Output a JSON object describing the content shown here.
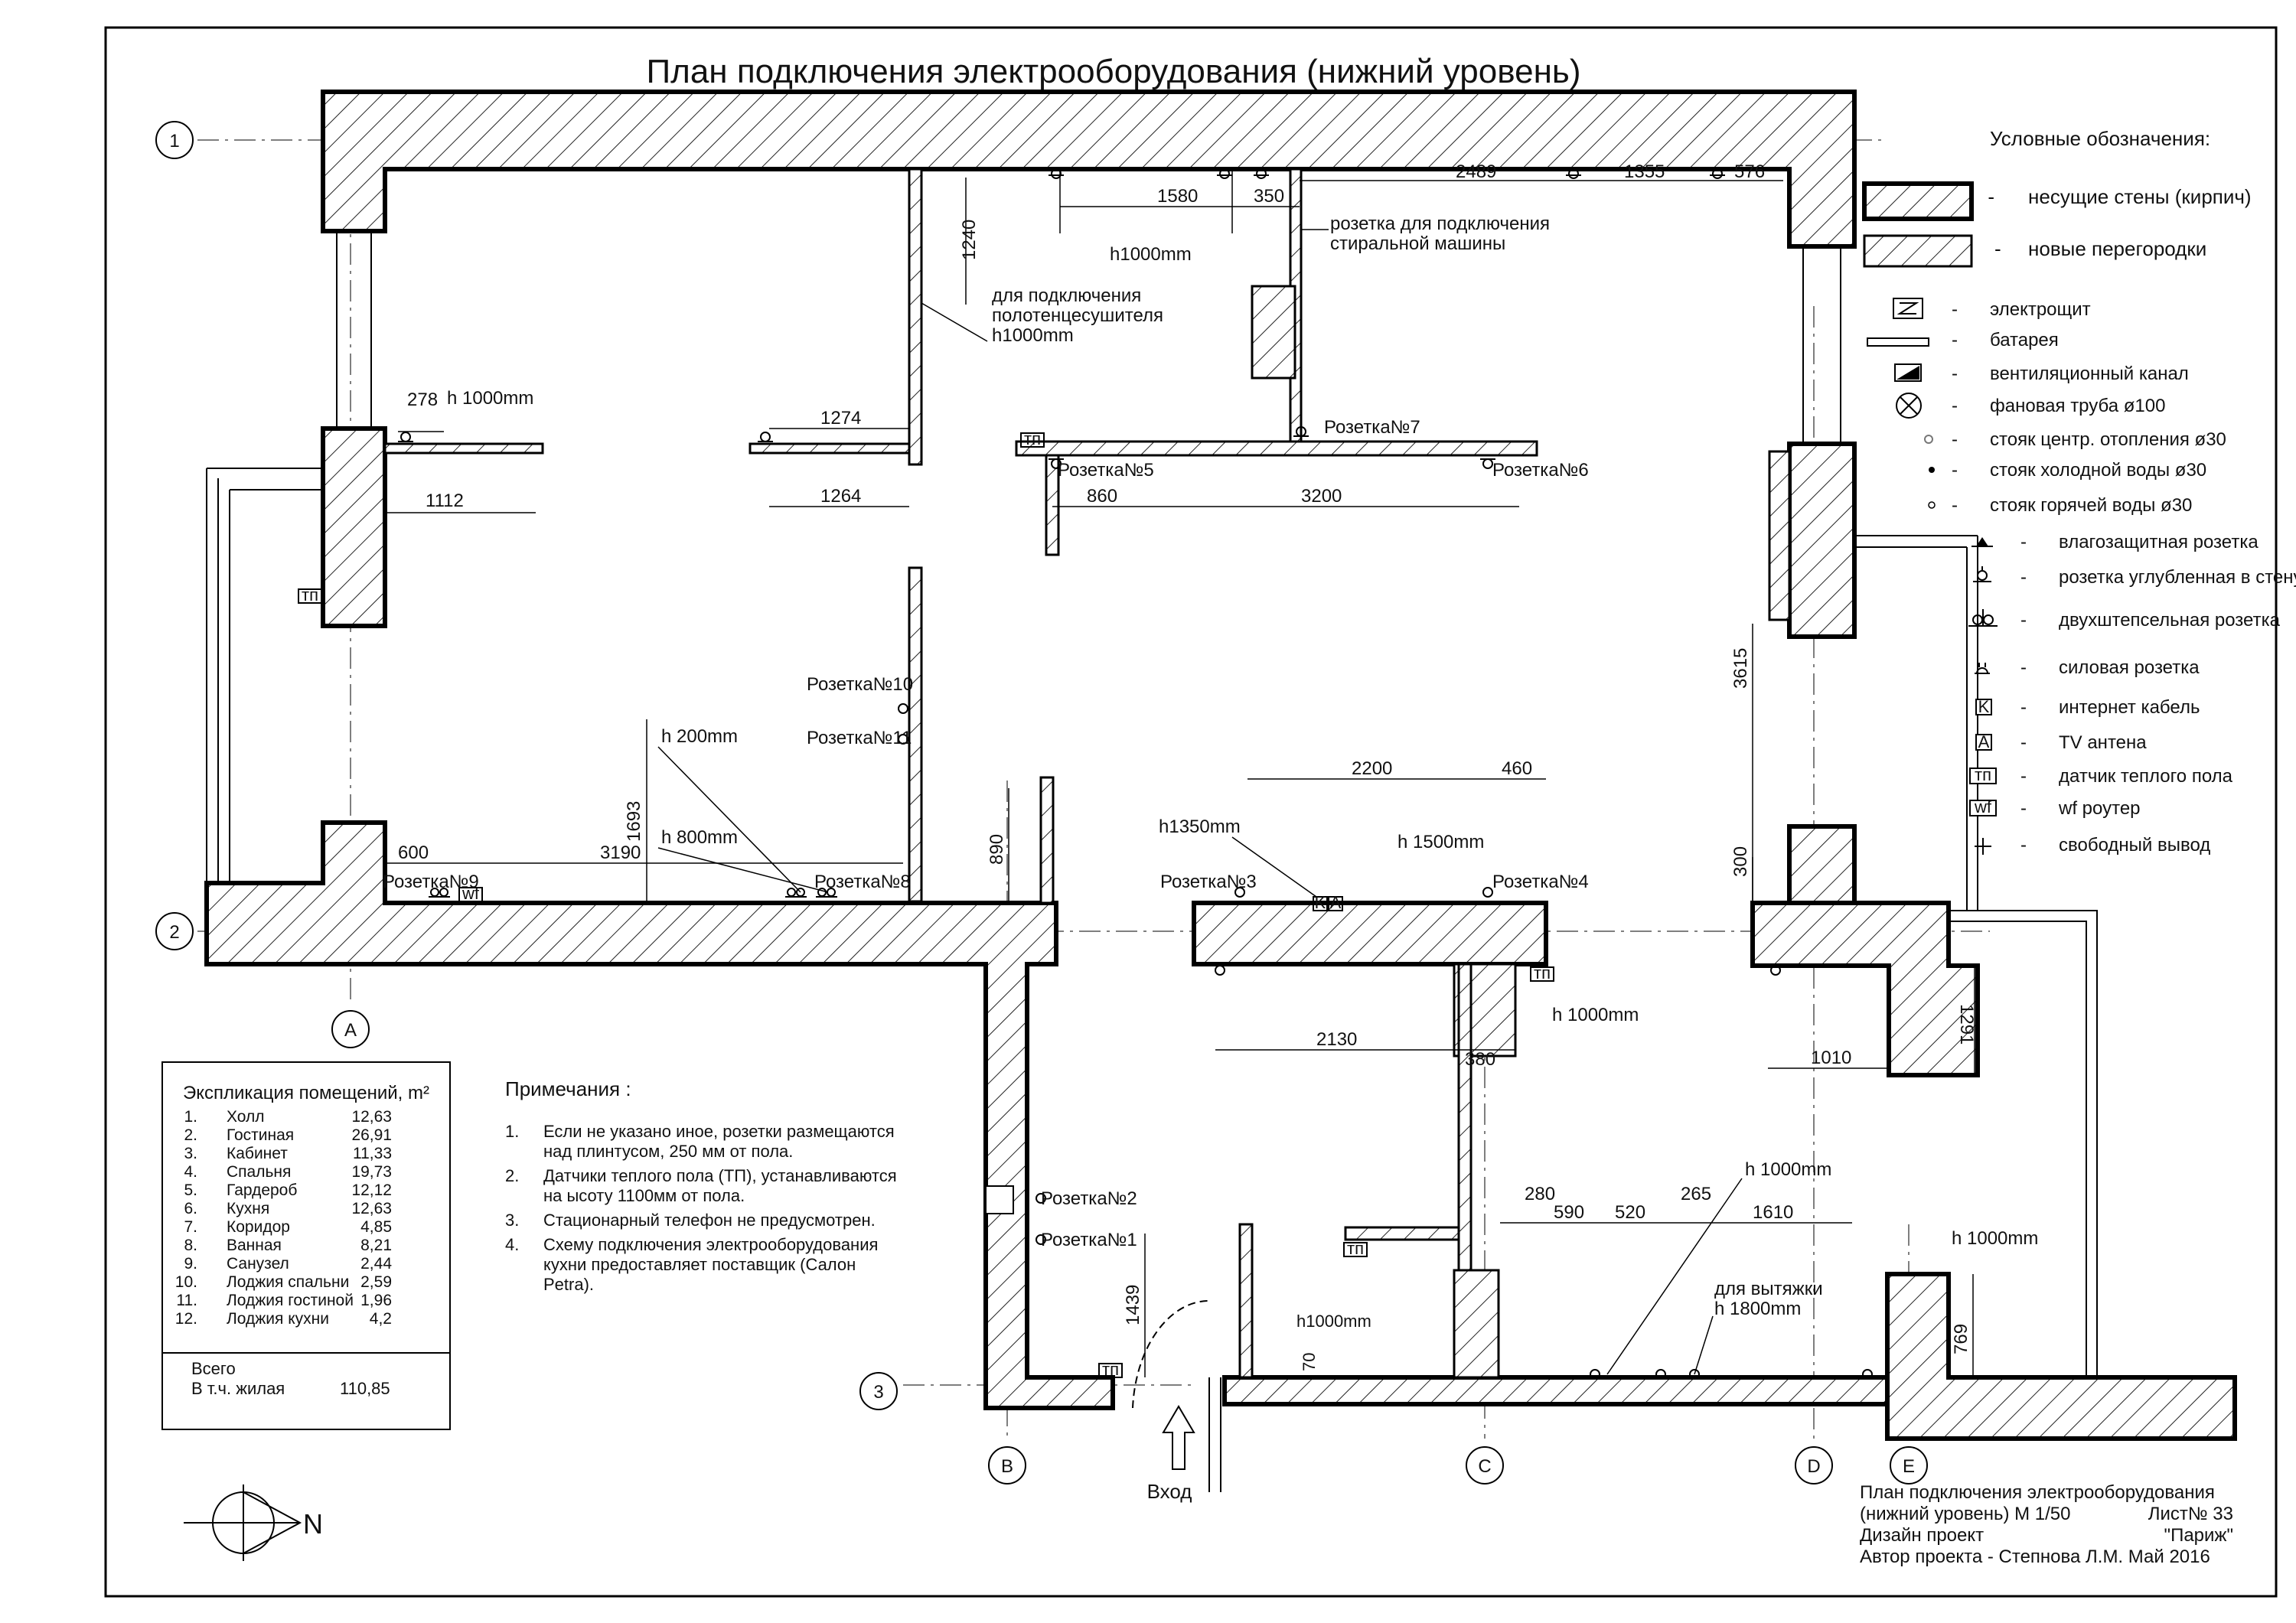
{
  "title": "План подключения электрооборудования (нижний уровень)",
  "axes": {
    "row1": "1",
    "row2": "2",
    "row3": "3",
    "colA": "A",
    "colB": "B",
    "colC": "C",
    "colD": "D",
    "colE": "E"
  },
  "legend": {
    "heading": "Условные обозначения:",
    "items": [
      {
        "label": "несущие стены (кирпич)",
        "icon": "wall-swatch-icon"
      },
      {
        "label": "новые перегородки",
        "icon": "partition-swatch-icon"
      },
      {
        "label": "электрощит",
        "icon": "electrical-panel-icon"
      },
      {
        "label": "батарея",
        "icon": "radiator-icon"
      },
      {
        "label": "вентиляционный канал",
        "icon": "ventilation-duct-icon"
      },
      {
        "label": "фановая труба  ø100",
        "icon": "sewer-pipe-icon"
      },
      {
        "label": "стояк центр. отопления ø30",
        "icon": "heating-riser-icon"
      },
      {
        "label": "стояк холодной воды ø30",
        "icon": "cold-water-riser-icon"
      },
      {
        "label": "стояк горячей воды ø30",
        "icon": "hot-water-riser-icon"
      },
      {
        "label": "влагозащитная розетка",
        "icon": "waterproof-socket-icon"
      },
      {
        "label": "розетка углубленная в стену",
        "icon": "recessed-socket-icon"
      },
      {
        "label": "двухштепсельная розетка",
        "icon": "double-socket-icon"
      },
      {
        "label": "силовая розетка",
        "icon": "power-socket-icon"
      },
      {
        "label": "интернет кабель",
        "icon": "internet-cable-icon"
      },
      {
        "label": "TV антена",
        "icon": "tv-antenna-icon"
      },
      {
        "label": "датчик теплого пола",
        "icon": "floor-heating-sensor-icon"
      },
      {
        "label": "wf роутер",
        "icon": "wifi-router-icon"
      },
      {
        "label": "свободный вывод",
        "icon": "free-outlet-icon"
      }
    ]
  },
  "explication": {
    "heading": "Экспликация помещений, m²",
    "rooms": [
      {
        "n": "1.",
        "name": "Холл",
        "area": "12,63"
      },
      {
        "n": "2.",
        "name": "Гостиная",
        "area": "26,91"
      },
      {
        "n": "3.",
        "name": "Кабинет",
        "area": "11,33"
      },
      {
        "n": "4.",
        "name": "Спальня",
        "area": "19,73"
      },
      {
        "n": "5.",
        "name": "Гардероб",
        "area": "12,12"
      },
      {
        "n": "6.",
        "name": "Кухня",
        "area": "12,63"
      },
      {
        "n": "7.",
        "name": "Коридор",
        "area": "4,85"
      },
      {
        "n": "8.",
        "name": "Ванная",
        "area": "8,21"
      },
      {
        "n": "9.",
        "name": "Санузел",
        "area": "2,44"
      },
      {
        "n": "10.",
        "name": "Лоджия спальни",
        "area": "2,59"
      },
      {
        "n": "11.",
        "name": "Лоджия гостиной",
        "area": "1,96"
      },
      {
        "n": "12.",
        "name": "Лоджия кухни",
        "area": "4,2"
      }
    ],
    "total_label": "Всего",
    "living_label": "В т.ч. жилая",
    "living_value": "110,85"
  },
  "notes": {
    "heading": "Примечания :",
    "items": [
      {
        "n": "1.",
        "lines": [
          "Если не указано иное, розетки размещаются",
          "над плинтусом, 250 мм от пола."
        ]
      },
      {
        "n": "2.",
        "lines": [
          "Датчики теплого пола (ТП), устанавливаются",
          "на ысоту 1100мм от пола."
        ]
      },
      {
        "n": "3.",
        "lines": [
          "Стационарный телефон не предусмотрен."
        ]
      },
      {
        "n": "4.",
        "lines": [
          "Схему подключения электрооборудования",
          "кухни предоставляет поставщик (Салон",
          "Petra)."
        ]
      }
    ]
  },
  "sockets": {
    "s1": "Розетка№1",
    "s2": "Розетка№2",
    "s3": "Розетка№3",
    "s4": "Розетка№4",
    "s5": "Розетка№5",
    "s6": "Розетка№6",
    "s7": "Розетка№7",
    "s8": "Розетка№8",
    "s9": "Розетка№9",
    "s10": "Розетка№10",
    "s11": "Розетка№11"
  },
  "annotations": {
    "washer_1": "розетка для подключения",
    "washer_2": "стиральной машины",
    "towel_1": "для подключения",
    "towel_2": "полотенцесушителя",
    "towel_3": "h1000mm",
    "hood_1": "для вытяжки",
    "hood_2": "h 1800mm",
    "entrance": "Вход",
    "h1000_top": "h1000mm",
    "h1000_left": "h 1000mm",
    "h200": "h 200mm",
    "h800": "h 800mm",
    "h1350": "h1350mm",
    "h1500": "h 1500mm",
    "h1000_kitchen": "h 1000mm",
    "h1000_right": "h 1000mm",
    "h1000_bottom": "h 1000mm",
    "h1000_small": "h1000mm"
  },
  "dims": {
    "d1580": "1580",
    "d350": "350",
    "d2489": "2489",
    "d1355": "1355",
    "d576": "576",
    "d1240": "1240",
    "d278": "278",
    "d1112": "1112",
    "d1274": "1274",
    "d1264": "1264",
    "d860": "860",
    "d3200": "3200",
    "d3615": "3615",
    "d1693": "1693",
    "d600": "600",
    "d3190": "3190",
    "d890": "890",
    "d2200": "2200",
    "d460": "460",
    "d300": "300",
    "d2130": "2130",
    "d380": "380",
    "d1010": "1010",
    "d1291": "1291",
    "d280": "280",
    "d590": "590",
    "d520": "520",
    "d265": "265",
    "d1610": "1610",
    "d1439": "1439",
    "d769": "769",
    "d70": "70"
  },
  "symbols": {
    "tp": "тп",
    "wf": "wf",
    "k": "K",
    "a": "A"
  },
  "compass": {
    "north": "N"
  },
  "title_block": {
    "line1": "План подключения электрооборудования",
    "line2_left": "(нижний уровень) М 1/50",
    "line2_right": "Лист№ 33",
    "line3_left": "Дизайн проект",
    "line3_right": "\"Париж\"",
    "line4": "Автор проекта - Степнова Л.М.  Май 2016"
  }
}
